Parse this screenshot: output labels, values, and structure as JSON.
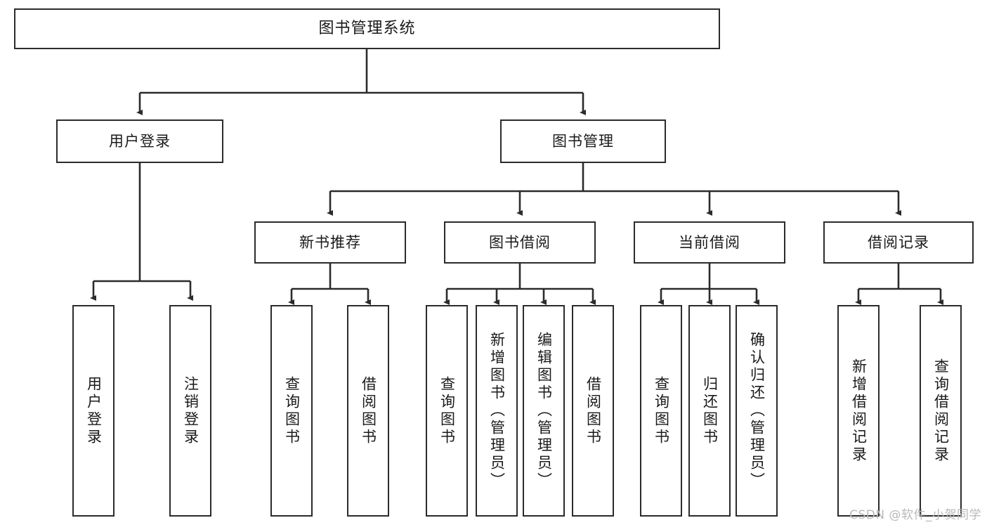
{
  "diagram": {
    "type": "tree",
    "title": "图书管理系统",
    "orientation": "top-down",
    "colors": {
      "box_border": "#2b2b2b",
      "box_fill": "#ffffff",
      "edge": "#2b2b2b",
      "text": "#1a1a1a",
      "watermark": "#b9b9b9",
      "background": "#ffffff"
    },
    "nodes": {
      "root": {
        "label": "图书管理系统"
      },
      "level2": [
        {
          "label": "用户登录"
        },
        {
          "label": "图书管理"
        }
      ],
      "level3": [
        {
          "label": "新书推荐"
        },
        {
          "label": "图书借阅"
        },
        {
          "label": "当前借阅"
        },
        {
          "label": "借阅记录"
        }
      ],
      "leaves": {
        "user_login": [
          {
            "label": "用户登录"
          },
          {
            "label": "注销登录"
          }
        ],
        "new_book_recommend": [
          {
            "label": "查询图书"
          },
          {
            "label": "借阅图书"
          }
        ],
        "book_borrow": [
          {
            "label": "查询图书"
          },
          {
            "label": "新增图书（管理员）"
          },
          {
            "label": "编辑图书（管理员）"
          },
          {
            "label": "借阅图书"
          }
        ],
        "current_borrow": [
          {
            "label": "查询图书"
          },
          {
            "label": "归还图书"
          },
          {
            "label": "确认归还（管理员）"
          }
        ],
        "borrow_record": [
          {
            "label": "新增借阅记录"
          },
          {
            "label": "查询借阅记录"
          }
        ]
      }
    },
    "watermark": "CSDN @软件_小贺同学"
  }
}
